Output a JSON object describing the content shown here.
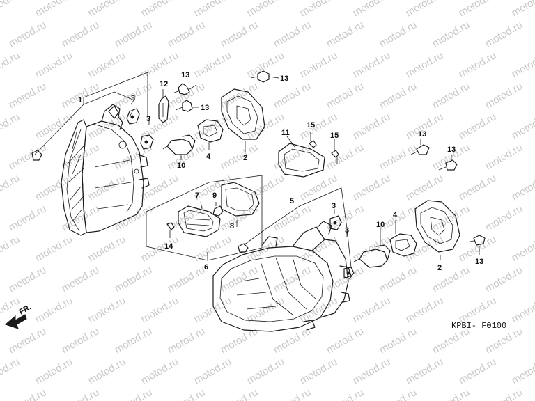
{
  "diagram": {
    "watermark_text": "motod.ru",
    "diagram_code": "KPBI- F0100",
    "direction_label": "FR.",
    "callouts": [
      {
        "id": "c1",
        "label": "1"
      },
      {
        "id": "c3a",
        "label": "3"
      },
      {
        "id": "c3b",
        "label": "3"
      },
      {
        "id": "c12",
        "label": "12"
      },
      {
        "id": "c13a",
        "label": "13"
      },
      {
        "id": "c13b",
        "label": "13"
      },
      {
        "id": "c13c",
        "label": "13"
      },
      {
        "id": "c10a",
        "label": "10"
      },
      {
        "id": "c4a",
        "label": "4"
      },
      {
        "id": "c2a",
        "label": "2"
      },
      {
        "id": "c11",
        "label": "11"
      },
      {
        "id": "c15a",
        "label": "15"
      },
      {
        "id": "c15b",
        "label": "15"
      },
      {
        "id": "c13d",
        "label": "13"
      },
      {
        "id": "c13e",
        "label": "13"
      },
      {
        "id": "c7",
        "label": "7"
      },
      {
        "id": "c9",
        "label": "9"
      },
      {
        "id": "c8",
        "label": "8"
      },
      {
        "id": "c14",
        "label": "14"
      },
      {
        "id": "c6",
        "label": "6"
      },
      {
        "id": "c5",
        "label": "5"
      },
      {
        "id": "c3c",
        "label": "3"
      },
      {
        "id": "c3d",
        "label": "3"
      },
      {
        "id": "c10b",
        "label": "10"
      },
      {
        "id": "c4b",
        "label": "4"
      },
      {
        "id": "c2b",
        "label": "2"
      },
      {
        "id": "c13f",
        "label": "13"
      }
    ]
  }
}
